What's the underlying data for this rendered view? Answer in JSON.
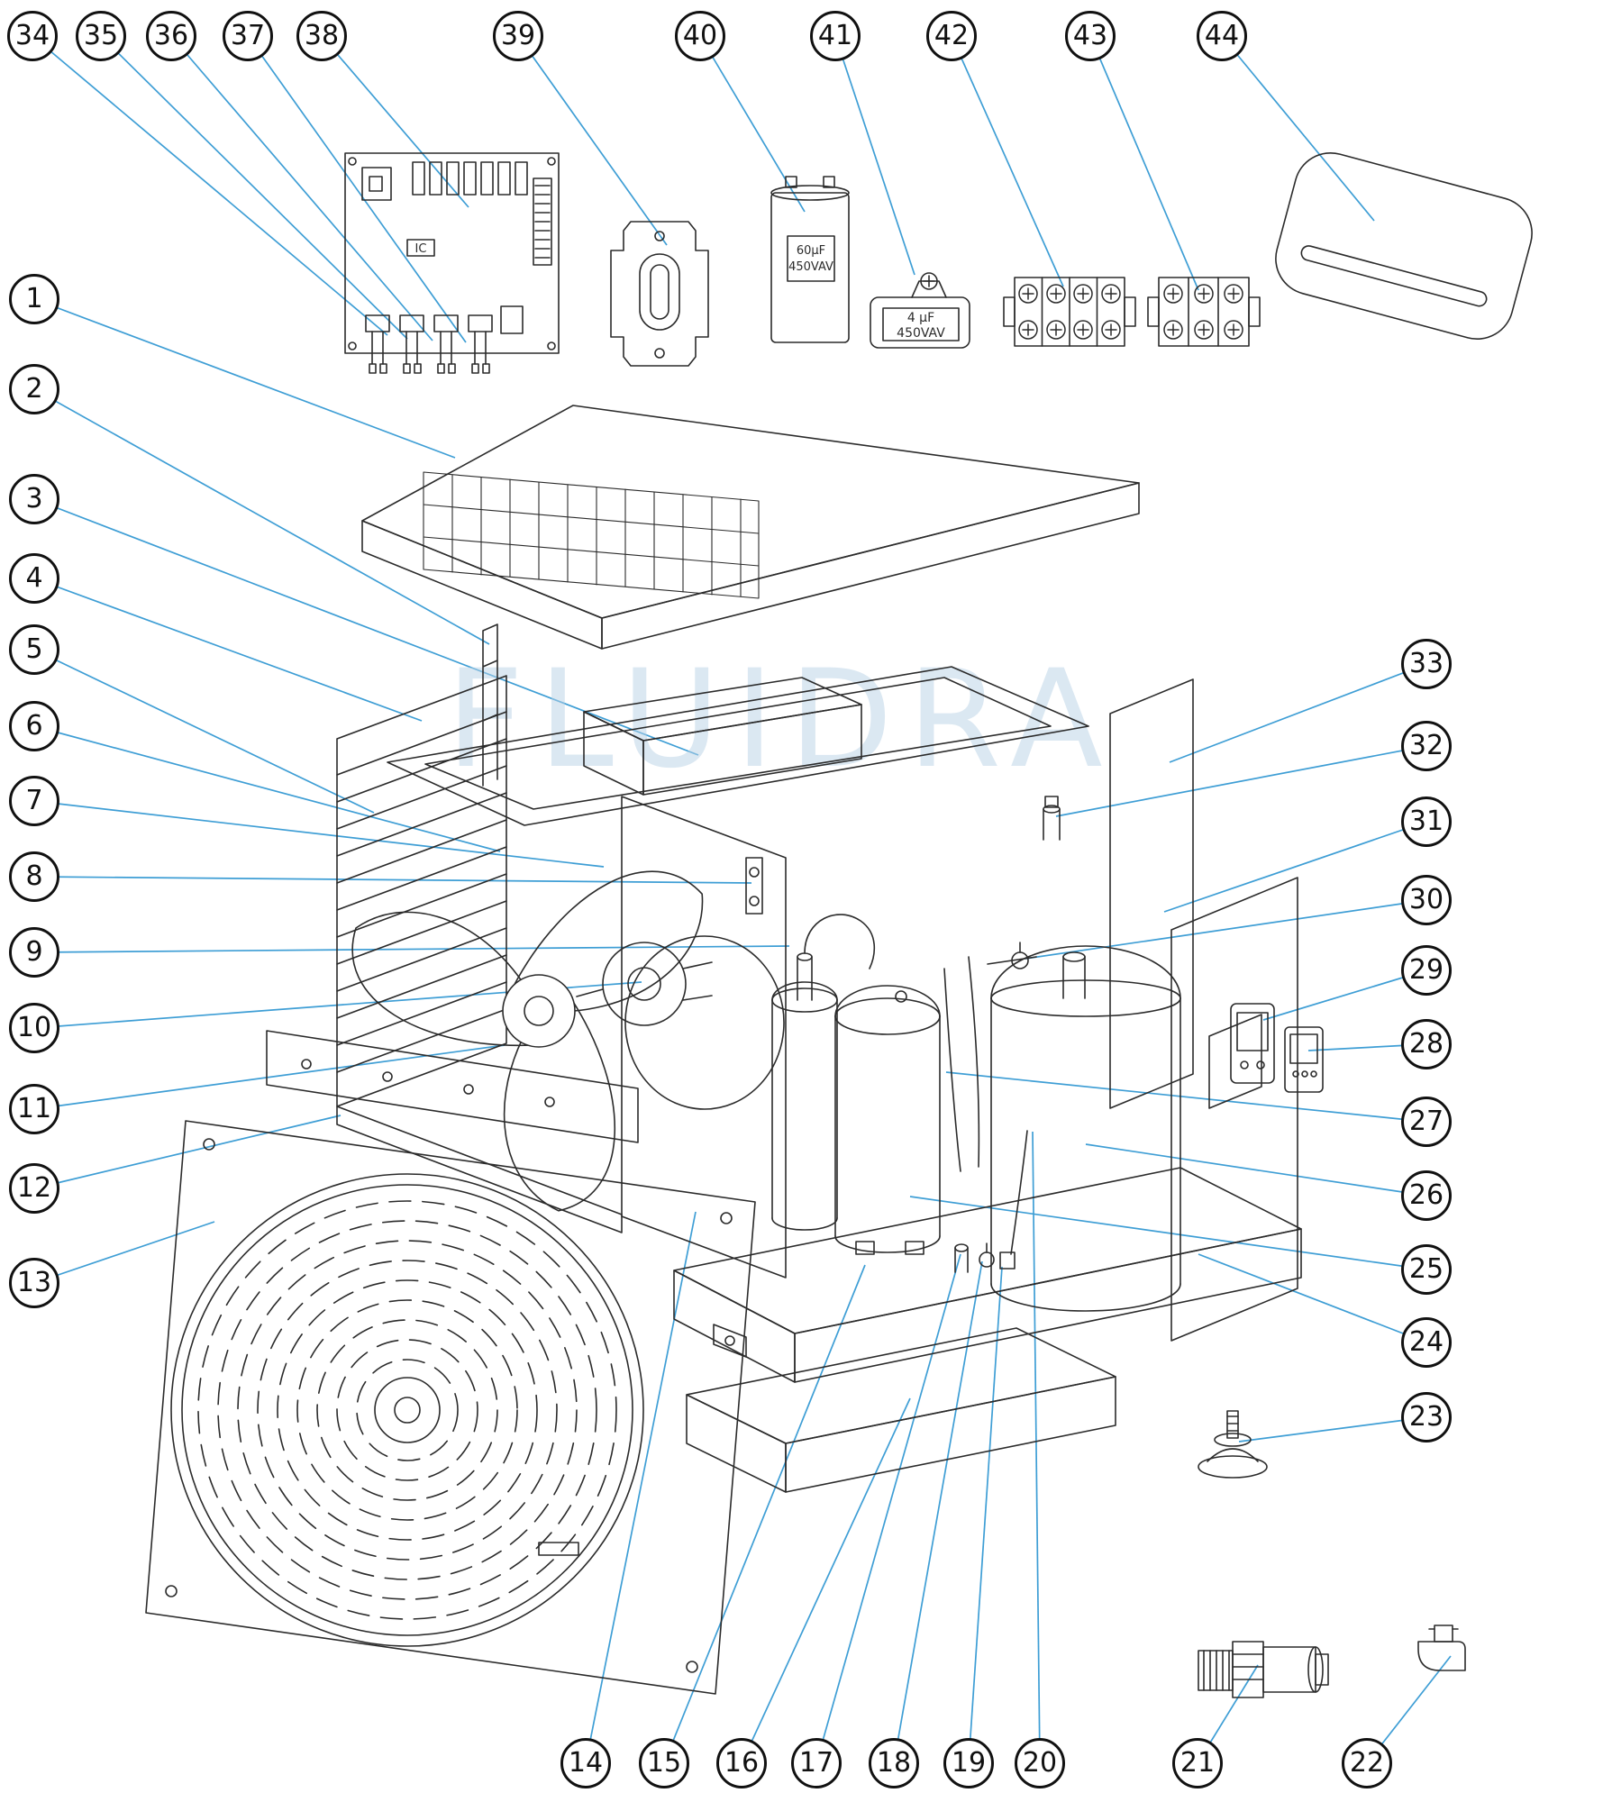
{
  "labels": {
    "watermark": "FLUIDRA",
    "cap_large_value": "60µF",
    "cap_large_voltage": "450VAV",
    "cap_small_value": "4 µF",
    "cap_small_voltage": "450VAV",
    "pcb_chip": "IC"
  },
  "colors": {
    "leader_line": "#3e9ed5",
    "art_line": "#2b2b2b",
    "watermark": "#b9d2e6"
  },
  "callouts": {
    "c1": "1",
    "c2": "2",
    "c3": "3",
    "c4": "4",
    "c5": "5",
    "c6": "6",
    "c7": "7",
    "c8": "8",
    "c9": "9",
    "c10": "10",
    "c11": "11",
    "c12": "12",
    "c13": "13",
    "c14": "14",
    "c15": "15",
    "c16": "16",
    "c17": "17",
    "c18": "18",
    "c19": "19",
    "c20": "20",
    "c21": "21",
    "c22": "22",
    "c23": "23",
    "c24": "24",
    "c25": "25",
    "c26": "26",
    "c27": "27",
    "c28": "28",
    "c29": "29",
    "c30": "30",
    "c31": "31",
    "c32": "32",
    "c33": "33",
    "c34": "34",
    "c35": "35",
    "c36": "36",
    "c37": "37",
    "c38": "38",
    "c39": "39",
    "c40": "40",
    "c41": "41",
    "c42": "42",
    "c43": "43",
    "c44": "44"
  }
}
